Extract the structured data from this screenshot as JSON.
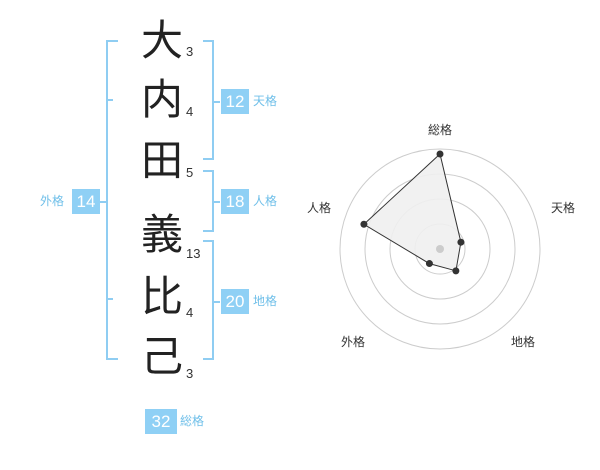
{
  "name": {
    "characters": [
      "大",
      "内",
      "田",
      "義",
      "比",
      "己"
    ],
    "strokes": [
      "3",
      "4",
      "5",
      "13",
      "4",
      "3"
    ]
  },
  "scores": {
    "tenkaku": {
      "value": "12",
      "label": "天格"
    },
    "jinkaku": {
      "value": "18",
      "label": "人格"
    },
    "chikaku": {
      "value": "20",
      "label": "地格"
    },
    "gaikaku": {
      "value": "14",
      "label": "外格"
    },
    "soukaku": {
      "value": "32",
      "label": "総格"
    }
  },
  "chart_data": {
    "type": "radar",
    "axes": [
      "総格",
      "天格",
      "地格",
      "外格",
      "人格"
    ],
    "values": [
      0.95,
      0.22,
      0.27,
      0.18,
      0.8
    ],
    "range": [
      0,
      1
    ],
    "grid_rings": 4,
    "colors": {
      "fill": "#f0f0f0",
      "line": "#333333",
      "grid": "#cccccc",
      "center": "#cccccc"
    }
  },
  "colors": {
    "accent": "#8fd0f5",
    "label": "#6fbfe9",
    "bracket": "#8fcdf2"
  }
}
